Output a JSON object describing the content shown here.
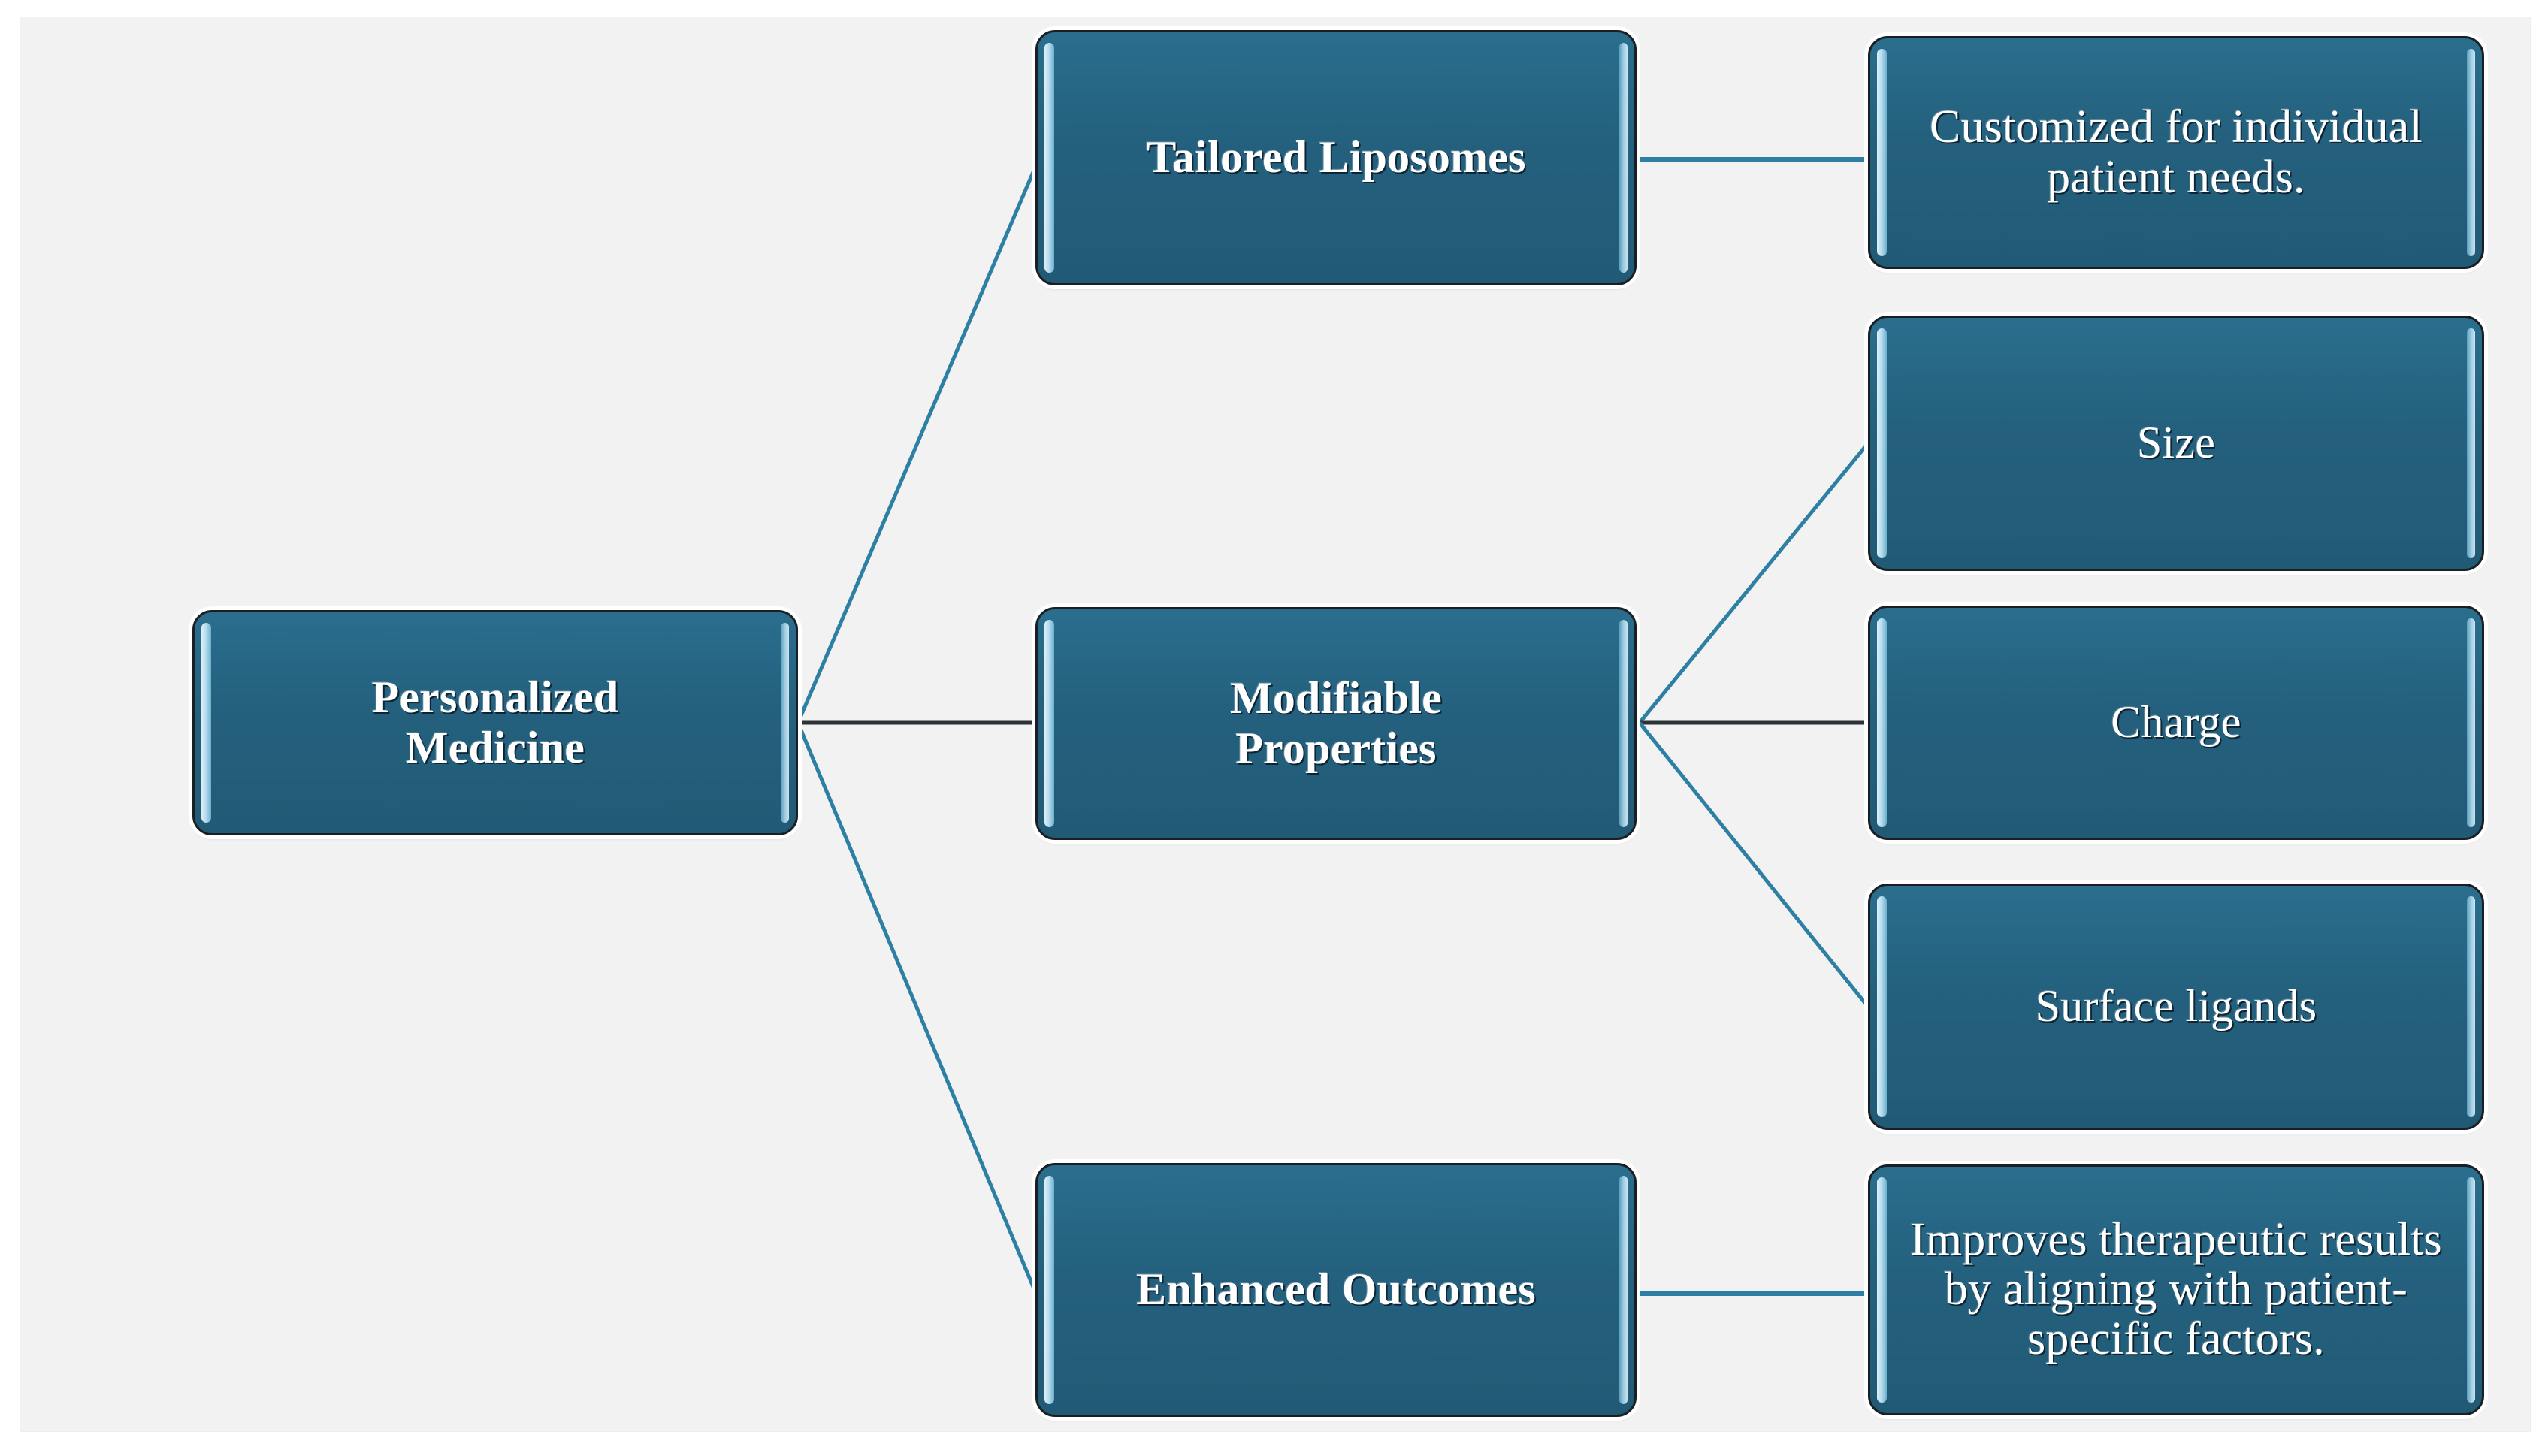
{
  "diagram": {
    "type": "hierarchy-tree",
    "orientation": "left-to-right",
    "background_color": "#f2f2f2",
    "node_fill_color": "#24617e",
    "node_border_color": "#1b1f23",
    "node_text_color": "#ffffff",
    "connector_color": "#2d7fa3",
    "root": {
      "id": "personalized-medicine",
      "label": "Personalized\nMedicine",
      "bold": true
    },
    "branches": [
      {
        "id": "tailored-liposomes",
        "label": "Tailored Liposomes",
        "bold": true,
        "children": [
          {
            "id": "customized-needs",
            "label": "Customized for individual patient needs.",
            "bold": false
          }
        ]
      },
      {
        "id": "modifiable-properties",
        "label": "Modifiable\nProperties",
        "bold": true,
        "children": [
          {
            "id": "size",
            "label": "Size",
            "bold": false
          },
          {
            "id": "charge",
            "label": "Charge",
            "bold": false
          },
          {
            "id": "surface-ligands",
            "label": "Surface ligands",
            "bold": false
          }
        ]
      },
      {
        "id": "enhanced-outcomes",
        "label": "Enhanced Outcomes",
        "bold": true,
        "children": [
          {
            "id": "improves-results",
            "label": "Improves therapeutic results by aligning with patient-specific factors.",
            "bold": false
          }
        ]
      }
    ],
    "edges": [
      {
        "from": "personalized-medicine",
        "to": "tailored-liposomes"
      },
      {
        "from": "personalized-medicine",
        "to": "modifiable-properties"
      },
      {
        "from": "personalized-medicine",
        "to": "enhanced-outcomes"
      },
      {
        "from": "tailored-liposomes",
        "to": "customized-needs"
      },
      {
        "from": "modifiable-properties",
        "to": "size"
      },
      {
        "from": "modifiable-properties",
        "to": "charge"
      },
      {
        "from": "modifiable-properties",
        "to": "surface-ligands"
      },
      {
        "from": "enhanced-outcomes",
        "to": "improves-results"
      }
    ]
  }
}
